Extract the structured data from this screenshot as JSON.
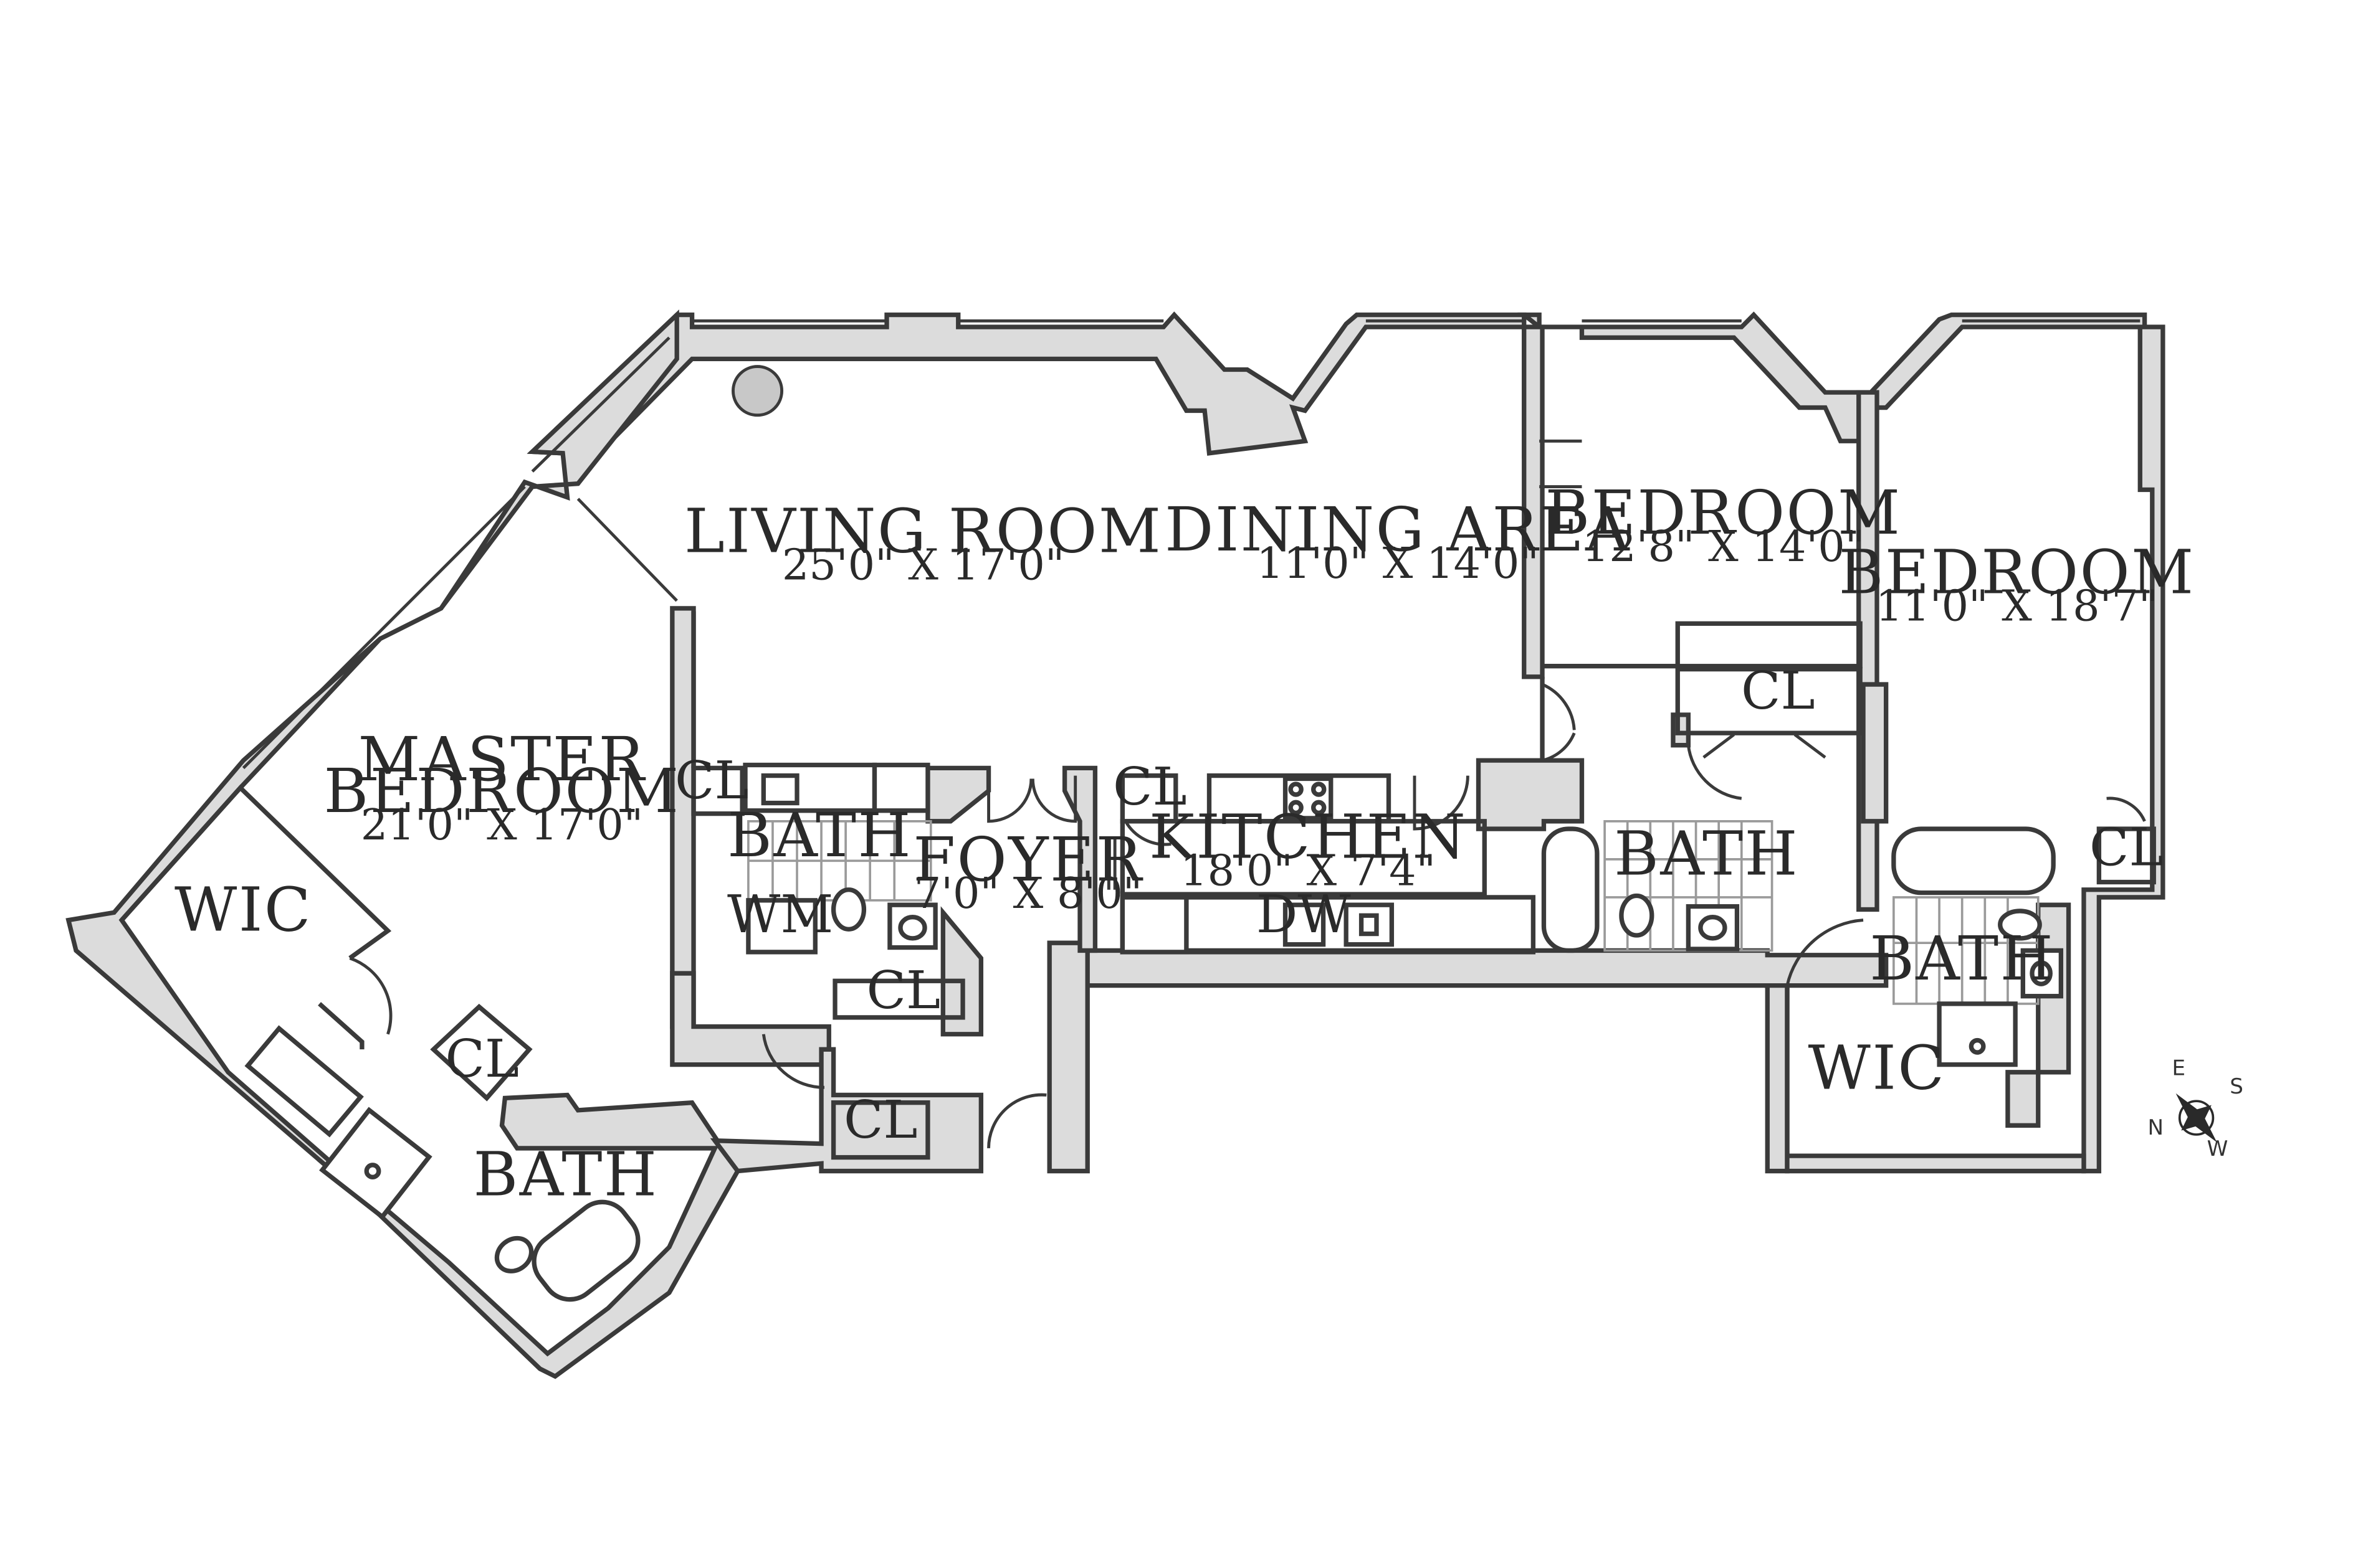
{
  "rooms": {
    "living": {
      "name": "LIVING ROOM",
      "dims": "25'0\" X 17'0\""
    },
    "dining": {
      "name": "DINING AREA",
      "dims": "11'0\" X 14'0\""
    },
    "bed1": {
      "name": "BEDROOM",
      "dims": "12'8\" X 14'0\""
    },
    "bed2": {
      "name": "BEDROOM",
      "dims": "11'0\" X 18'7\""
    },
    "master": {
      "name1": "MASTER",
      "name2": "BEDROOM",
      "dims": "21'0\" X 17'0\""
    },
    "foyer": {
      "name": "FOYER",
      "dims": "7'0\" X 8'0\""
    },
    "kitchen": {
      "name": "KITCHEN",
      "dims": "18'0\" X 7'4\""
    }
  },
  "labels": {
    "wic": "WIC",
    "bath": "BATH",
    "cl": "CL",
    "wm": "WM",
    "dw": "DW"
  },
  "compass": {
    "n": "N",
    "e": "E",
    "s": "S",
    "w": "W"
  }
}
